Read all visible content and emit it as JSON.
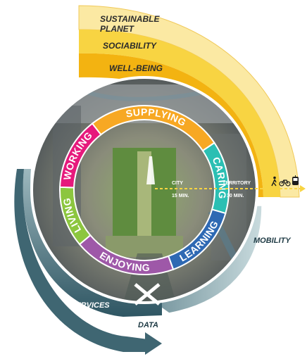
{
  "values": {
    "sustainable_planet_line1": "SUSTAINABLE",
    "sustainable_planet_line2": "PLANET",
    "sociability": "SOCIABILITY",
    "well_being": "WELL-BEING"
  },
  "ring": {
    "living": "LIVING",
    "working": "WORKING",
    "supplying": "SUPPLYING",
    "caring": "CARING",
    "learning": "LEARNING",
    "enjoying": "ENJOYING"
  },
  "scales": {
    "city": "CITY",
    "city_time": "15 MIN.",
    "territory": "TERRITORY",
    "territory_time": "30 MIN."
  },
  "layers": {
    "mobility": "MOBILITY",
    "services": "SERVICES",
    "data": "DATA"
  },
  "icons": [
    "pedestrian-icon",
    "bicycle-icon",
    "tram-icon"
  ],
  "colors": {
    "living": "#8cc63f",
    "working": "#e6197c",
    "supplying": "#f7a823",
    "caring": "#2bbfb3",
    "learning": "#2e69b3",
    "enjoying": "#9e58a8",
    "yellow_light": "#fbe9a3",
    "yellow_mid": "#f8d442",
    "yellow_dark": "#f3b311",
    "teal_dark": "#3f6672"
  }
}
